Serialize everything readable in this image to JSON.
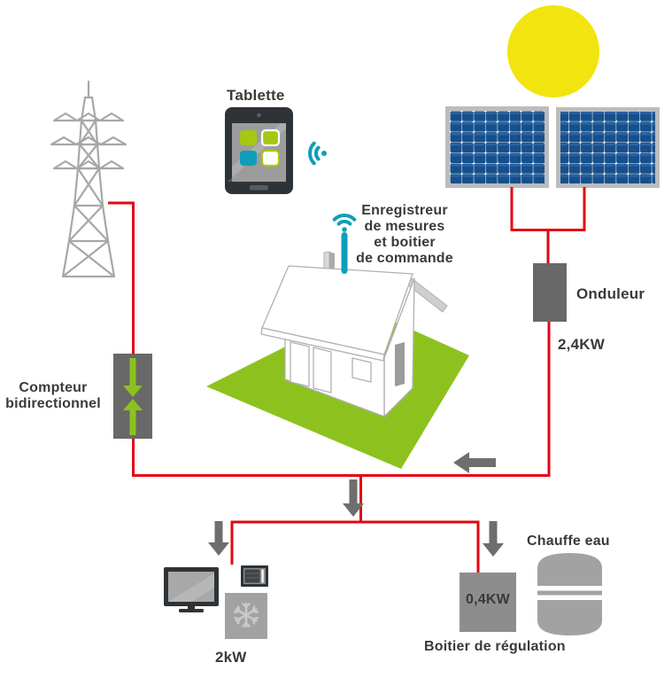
{
  "palette": {
    "red": "#e30613",
    "green": "#8dc21e",
    "teal": "#0d9fb8",
    "icon_green": "#a6c813",
    "sun_yellow": "#f2e40e",
    "panel_blue": "#16508c",
    "panel_frame": "#bcbcbc",
    "box_dark_gray": "#686868",
    "box_mid_gray": "#8d8d8d",
    "appliance_gray": "#a2a2a2",
    "arrow_gray": "#6e6e6e",
    "device_dark": "#2e3337",
    "screen_gray": "#9c9c9c",
    "pylon_gray": "#a7a7a7",
    "house_line_gray": "#b0b0b0",
    "snowflake_gray": "#c9c9c9",
    "text_dark": "#3a3a39"
  },
  "nodes": {
    "tablet": {
      "label": "Tablette"
    },
    "recorder": {
      "label": "Enregistreur\nde mesures\net boitier\nde commande"
    },
    "inverter": {
      "label": "Onduleur",
      "power": "2,4KW"
    },
    "meter": {
      "label": "Compteur\nbidirectionnel"
    },
    "appliances": {
      "power": "2kW"
    },
    "regulator": {
      "label": "Boitier de régulation",
      "power": "0,4KW"
    },
    "water_heater": {
      "label": "Chauffe eau"
    }
  }
}
